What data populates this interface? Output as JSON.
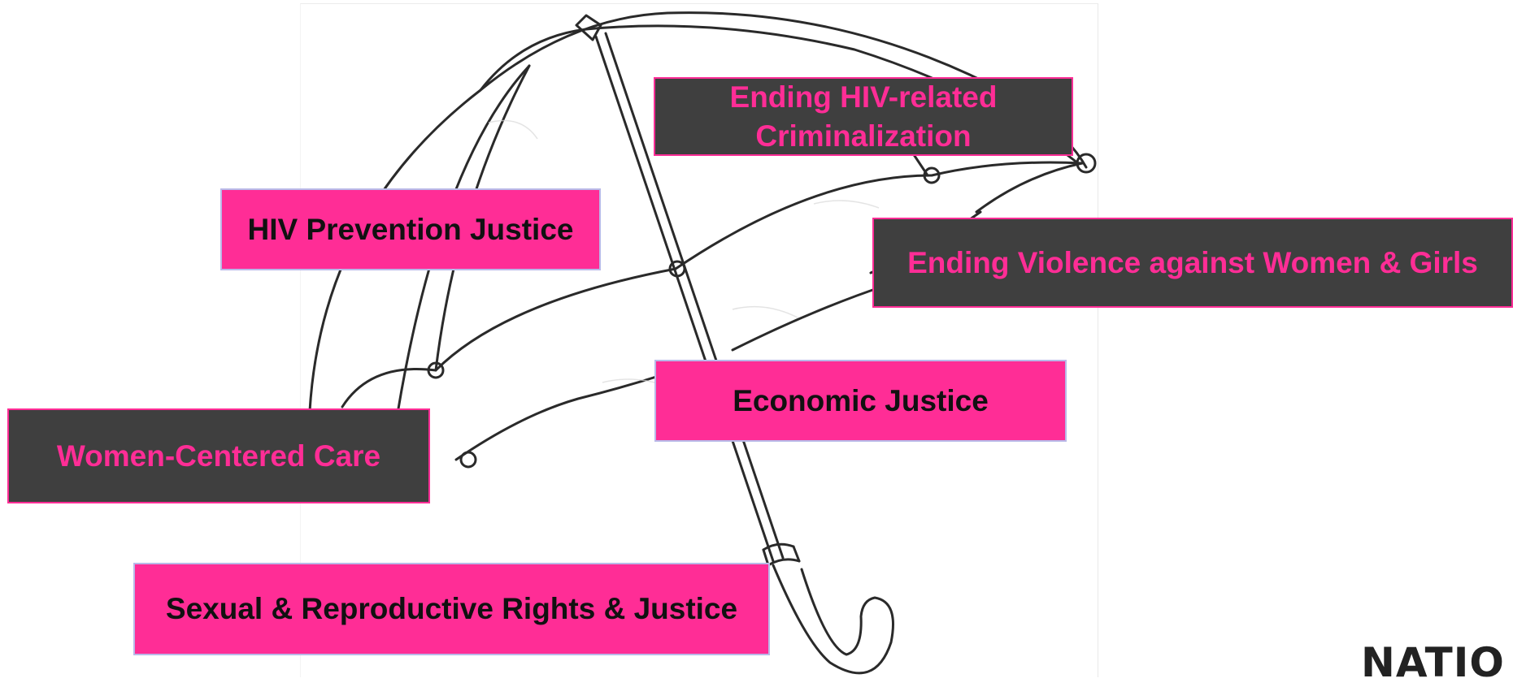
{
  "labels": {
    "ending_criminalization": "Ending HIV-related\nCriminalization",
    "hiv_prevention": "HIV Prevention Justice",
    "ending_violence": "Ending Violence against Women & Girls",
    "economic_justice": "Economic Justice",
    "women_centered_care": "Women-Centered Care",
    "sexual_reproductive_rights": "Sexual & Reproductive Rights & Justice"
  },
  "footer": {
    "brand_text": "NATIO"
  },
  "colors": {
    "pink": "#ff2d96",
    "dark_gray": "#3f3f3f",
    "black_text": "#111111",
    "pink_text": "#ff2d96"
  },
  "icons": {
    "umbrella": "umbrella-line-drawing"
  }
}
